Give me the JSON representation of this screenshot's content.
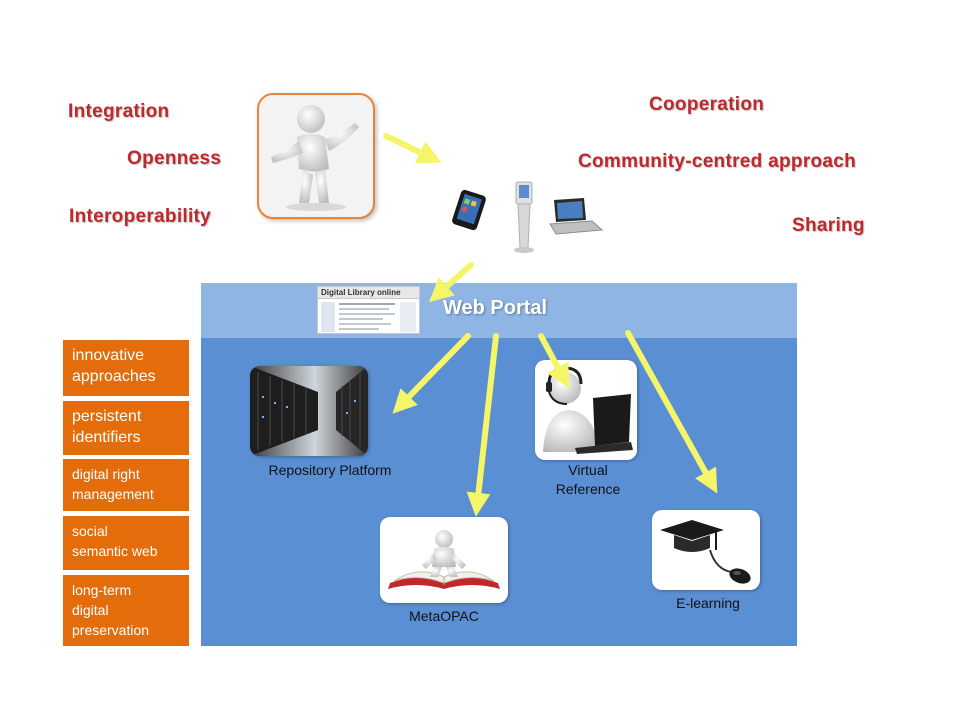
{
  "keywords": {
    "integration": "Integration",
    "openness": "Openness",
    "interoperability": "Interoperability",
    "cooperation": "Cooperation",
    "community": "Community-centred approach",
    "sharing": "Sharing"
  },
  "portal": {
    "label": "Web Portal",
    "thumbnail_title": "Digital Library online"
  },
  "services": {
    "repository": "Repository Platform",
    "virtual_line1": "Virtual",
    "virtual_line2": "Reference",
    "metaopac": "MetaOPAC",
    "elearning": "E-learning"
  },
  "features": [
    {
      "line1": "innovative",
      "line2": "approaches",
      "line3": ""
    },
    {
      "line1": "persistent",
      "line2": "identifiers",
      "line3": ""
    },
    {
      "line1": "digital right",
      "line2": "management",
      "line3": ""
    },
    {
      "line1": "social",
      "line2": "semantic web",
      "line3": ""
    },
    {
      "line1": "long-term",
      "line2": "digital",
      "line3": "preservation"
    }
  ],
  "colors": {
    "keyword": "#c0282c",
    "feature_box": "#e46c0a",
    "panel": "#5b8fd4",
    "portal_band": "#8fb5e4",
    "arrow": "#f5f56a"
  }
}
